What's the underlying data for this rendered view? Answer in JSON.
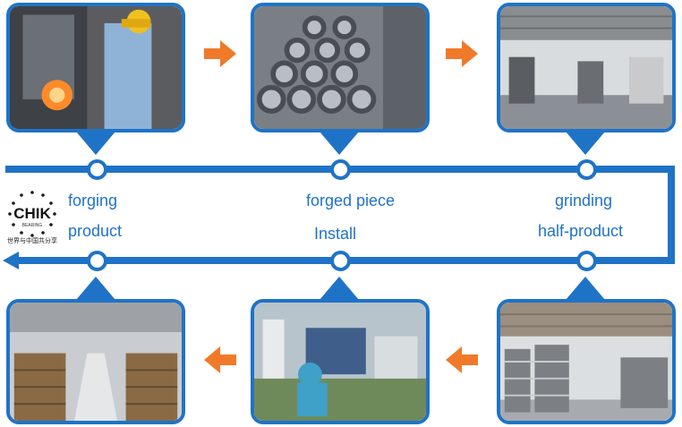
{
  "steps": {
    "forging": "forging",
    "forged_piece": "forged piece",
    "grinding": "grinding",
    "product": "product",
    "install": "Install",
    "half_product": "half-product"
  },
  "logo": {
    "brand": "CHIK",
    "subbrand": "BEARING",
    "tagline": "世界与中国共分享"
  },
  "colors": {
    "accent": "#1f73c7",
    "arrow": "#f07a2a"
  }
}
